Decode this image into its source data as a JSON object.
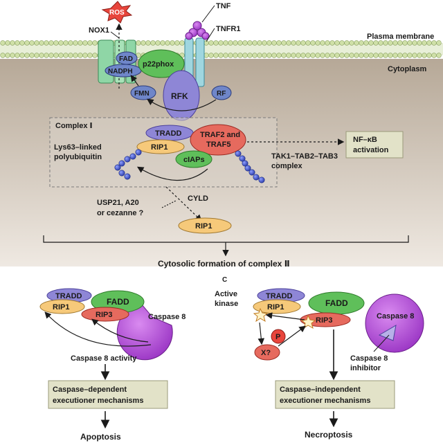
{
  "membrane": {
    "plasma_membrane": "Plasma membrane",
    "cytoplasm": "Cytoplasm"
  },
  "top": {
    "ros": "ROS",
    "nox1": "NOX1",
    "tnf": "TNF",
    "tnfr1": "TNFR1",
    "fad": "FAD",
    "nadph": "NADPH",
    "p22phox": "p22phox",
    "fmn": "FMN",
    "rfk": "RFK",
    "rf": "RF"
  },
  "complex1": {
    "title": "Complex Ⅰ",
    "tradd": "TRADD",
    "rip1": "RIP1",
    "traf": "TRAF2 and TRAF5",
    "ciaps": "cIAPs",
    "ubiquitin_label": "Lys63-linked polyubiquitin",
    "tak_label": "TAK1–TAB2–TAB3 complex",
    "nfkb": "NF–κB activation"
  },
  "deub": {
    "usp_label": "USP21, A20 or cezanne ?",
    "cyld": "CYLD",
    "rip1_free": "RIP1"
  },
  "complex2": {
    "title": "Cytosolic formation of complex Ⅱ",
    "panel_label": "C"
  },
  "apoptosis": {
    "tradd": "TRADD",
    "rip1": "RIP1",
    "fadd": "FADD",
    "rip3": "RIP3",
    "caspase8": "Caspase 8",
    "activity": "Caspase 8 activity",
    "mechanism": "Caspase–dependent executioner mechanisms",
    "outcome": "Apoptosis"
  },
  "necroptosis": {
    "active_kinase": "Active kinase",
    "tradd": "TRADD",
    "rip1": "RIP1",
    "fadd": "FADD",
    "rip3": "RIP3",
    "caspase8": "Caspase 8",
    "p": "P",
    "x": "X?",
    "inhibitor": "Caspase 8 inhibitor",
    "mechanism": "Caspase–independent executioner mechanisms",
    "outcome": "Necroptosis"
  },
  "colors": {
    "membrane_head": "#cfe0a8",
    "cytoplasm": "#b9ab9a",
    "nox1": "#8fd6a6",
    "rip1": "#f6c97a",
    "traf": "#e66a5e",
    "tradd": "#8e86d6",
    "green_protein": "#5fbf5a",
    "caspase8": "#b04fd0",
    "box": "#e2e2c8"
  }
}
